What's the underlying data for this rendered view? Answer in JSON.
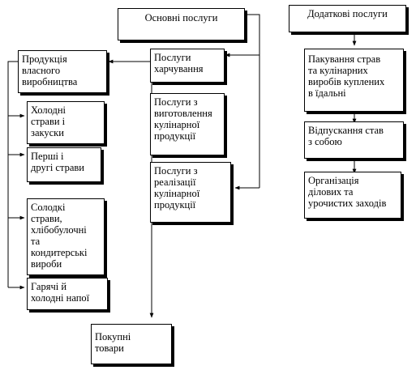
{
  "main_services": "Основні послуги",
  "additional_services": "Додаткові послуги",
  "own_production": "Продукція\nвласного\nвиробництва",
  "food_services": "Послуги\nхарчування",
  "cooking_services": "Послуги з\nвиготовлення\nкулінарної\nпродукції",
  "selling_services": "Послуги з\nреалізації\nкулінарної\nпродукції",
  "cold_dishes": "Холодні\nстрави і\nзакуски",
  "first_second": "Перші і\nдругі страви",
  "sweet_dishes": "Солодкі\nстрави,\nхлібобулочні\nта\nкондитерські\nвироби",
  "drinks": "Гарячі й\nхолодні напої",
  "purchased_goods": "Покупні\nтовари",
  "packing": "Пакування страв\nта кулінарних\nвиробів куплених\nв їдальні",
  "takeaway": "Відпускання став\nз собою",
  "organization": "Організація\nділових та\nурочистих заходів"
}
